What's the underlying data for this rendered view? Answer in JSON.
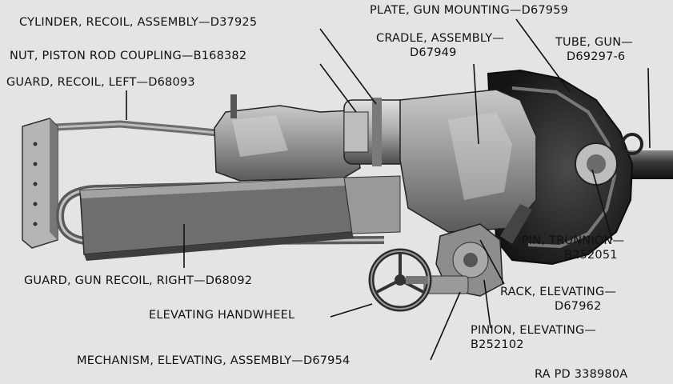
{
  "labels": {
    "cylinder_recoil": "CYLINDER, RECOIL, ASSEMBLY—D37925",
    "plate_gun_mounting": "PLATE, GUN MOUNTING—D67959",
    "cradle_line1": "CRADLE, ASSEMBLY—",
    "cradle_line2": "D67949",
    "tube_line1": "TUBE, GUN—",
    "tube_line2": "D69297-6",
    "nut_piston": "NUT, PISTON ROD COUPLING—B168382",
    "guard_recoil_left": "GUARD, RECOIL, LEFT—D68093",
    "pin_trunnion_line1": "PIN, TRUNNION—",
    "pin_trunnion_line2": "B252051",
    "guard_gun_recoil_right": "GUARD, GUN RECOIL, RIGHT—D68092",
    "rack_elevating_line1": "RACK, ELEVATING—",
    "rack_elevating_line2": "D67962",
    "elevating_handwheel": "ELEVATING HANDWHEEL",
    "pinion_elevating_line1": "PINION, ELEVATING—",
    "pinion_elevating_line2": "B252102",
    "mechanism_elevating": "MECHANISM, ELEVATING, ASSEMBLY—D67954",
    "ra_pd": "RA PD 338980A"
  }
}
